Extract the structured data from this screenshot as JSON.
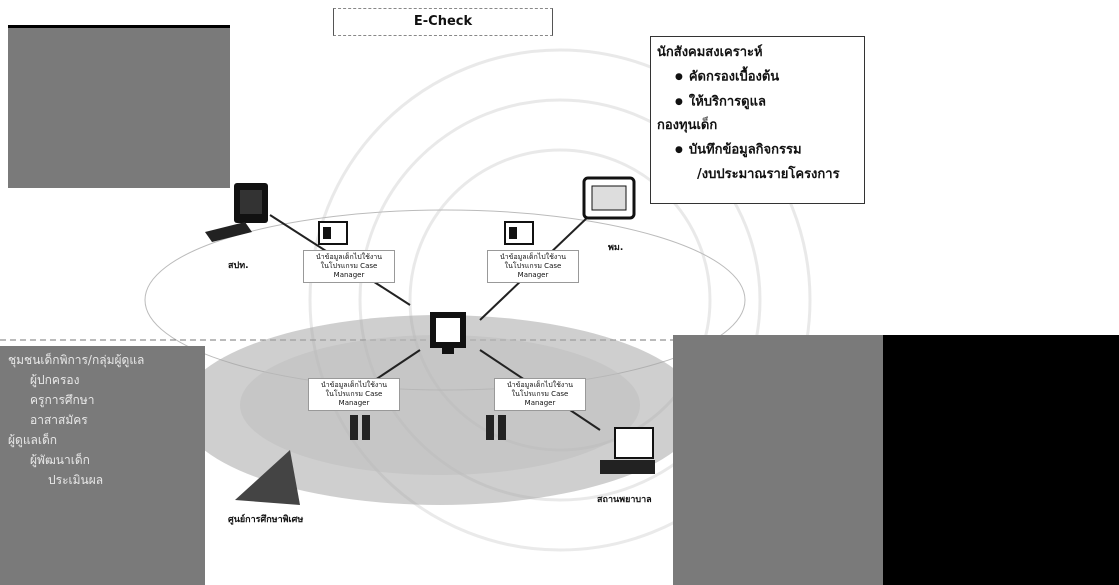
{
  "title": "E-Check",
  "legend": {
    "heading1": "นักสังคมสงเคราะห์",
    "items1": [
      "คัดกรองเบื้องต้น",
      "ให้บริการดูแล"
    ],
    "heading2": "กองทุนเด็ก",
    "items2": [
      "บันทึกข้อมูลกิจกรรม"
    ],
    "item2_cont": "/งบประมาณรายโครงการ"
  },
  "nodes": {
    "left_pc": "สปท.",
    "right_pc": "พม.",
    "bottom_left": "ศูนย์การศึกษาพิเศษ",
    "bottom_right": "สถานพยาบาล"
  },
  "card_text": {
    "line1": "นำข้อมูลเด็กไปใช้งาน",
    "line2": "ในโปรแกรม Case Manager"
  },
  "left_overlay": {
    "lines": [
      "ชุมชนเด็กพิการ/กลุ่มผู้ดูแล",
      "ผู้ปกครอง",
      "ครูการศึกษา",
      "อาสาสมัคร",
      "ผู้ดูแลเด็ก",
      "ผู้พัฒนาเด็ก",
      "ประเมินผล"
    ]
  },
  "colors": {
    "gray_panel": "#7a7a7a",
    "black_panel": "#000000",
    "scene_shadow": "#9a9a9a"
  }
}
